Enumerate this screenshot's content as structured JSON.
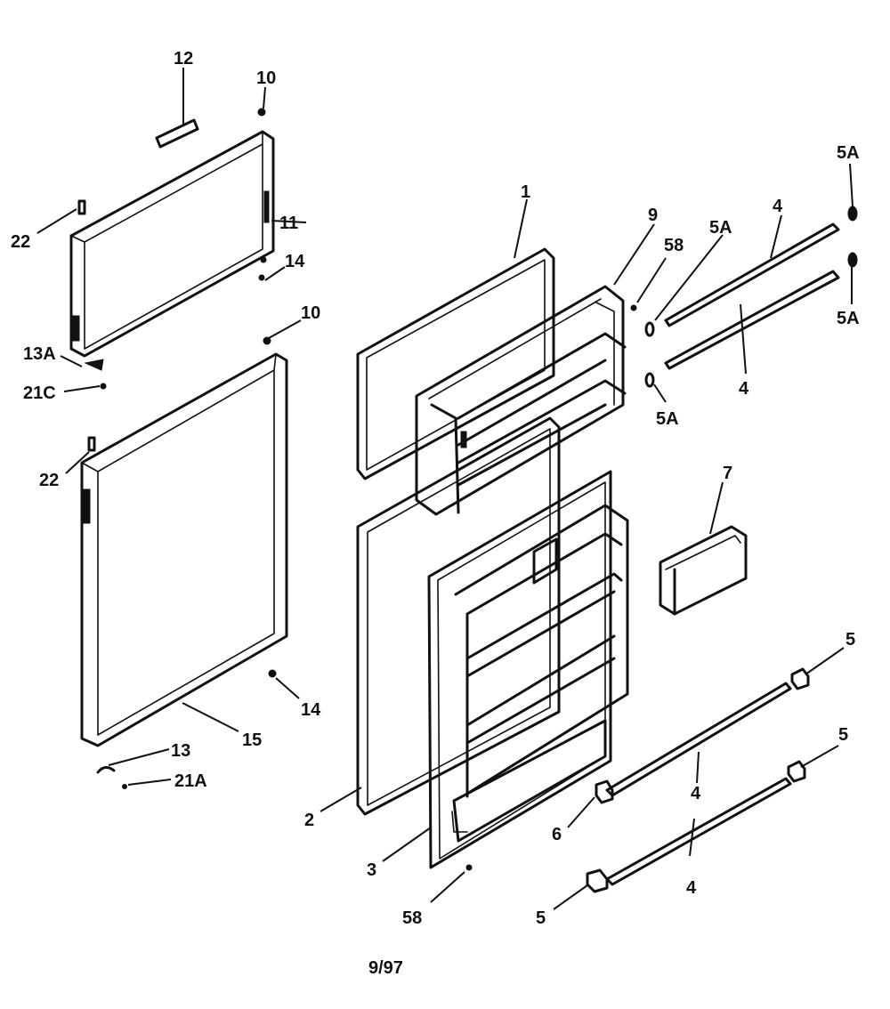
{
  "footer": {
    "date_code": "9/97"
  },
  "callouts": {
    "c1": "1",
    "c2": "2",
    "c3": "3",
    "c4a": "4",
    "c4b": "4",
    "c4c": "4",
    "c4d": "4",
    "c5a": "5",
    "c5b": "5",
    "c5c": "5",
    "c5A_a": "5A",
    "c5A_b": "5A",
    "c5A_c": "5A",
    "c5A_d": "5A",
    "c6": "6",
    "c7": "7",
    "c9": "9",
    "c10a": "10",
    "c10b": "10",
    "c11": "11",
    "c12": "12",
    "c13": "13",
    "c13A": "13A",
    "c14a": "14",
    "c14b": "14",
    "c15": "15",
    "c21A": "21A",
    "c21C": "21C",
    "c22a": "22",
    "c22b": "22",
    "c58a": "58",
    "c58b": "58"
  }
}
